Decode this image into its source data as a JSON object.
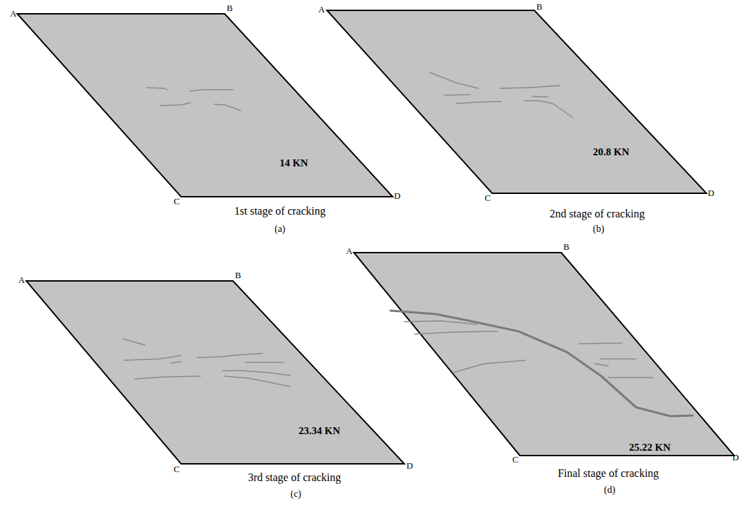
{
  "diagram": {
    "nodes": [
      {
        "text": [
          "14 KN"
        ]
      },
      {
        "text": [
          "20.8 KN"
        ]
      },
      {
        "text": [
          "23.34 KN"
        ]
      },
      {
        "text": [
          "25.22 KN"
        ]
      }
    ],
    "labels": [
      "A",
      "B",
      "C",
      "D",
      "1st stage of cracking",
      "(a)",
      "A",
      "B",
      "C",
      "D",
      "2nd stage of cracking",
      "(b)",
      "A",
      "B",
      "C",
      "D",
      "3rd stage of cracking",
      "(c)",
      "A",
      "B",
      "C",
      "D",
      "Final stage of cracking",
      "(d)"
    ]
  }
}
